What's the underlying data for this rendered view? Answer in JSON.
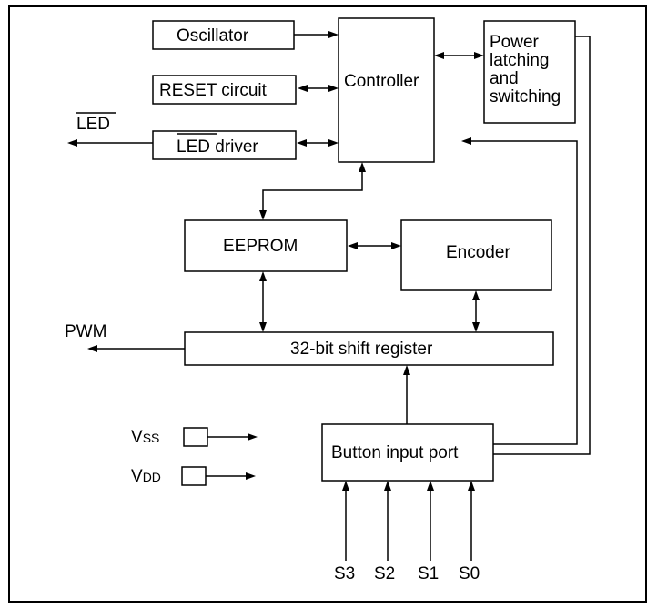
{
  "diagram": {
    "blocks": {
      "oscillator": "Oscillator",
      "reset_circuit": "RESET circuit",
      "led_driver_bar": "LED",
      "led_driver_rest": " driver",
      "controller": "Controller",
      "power_line1": "Power",
      "power_line2": "latching",
      "power_line3": "and",
      "power_line4": "switching",
      "eeprom": "EEPROM",
      "encoder": "Encoder",
      "shift_register": "32-bit shift register",
      "button_input_port": "Button input port"
    },
    "signals": {
      "led_out": "LED",
      "pwm": "PWM",
      "vss_main": "V",
      "vss_sub": "SS",
      "vdd_main": "V",
      "vdd_sub": "DD",
      "s3": "S3",
      "s2": "S2",
      "s1": "S1",
      "s0": "S0"
    }
  }
}
